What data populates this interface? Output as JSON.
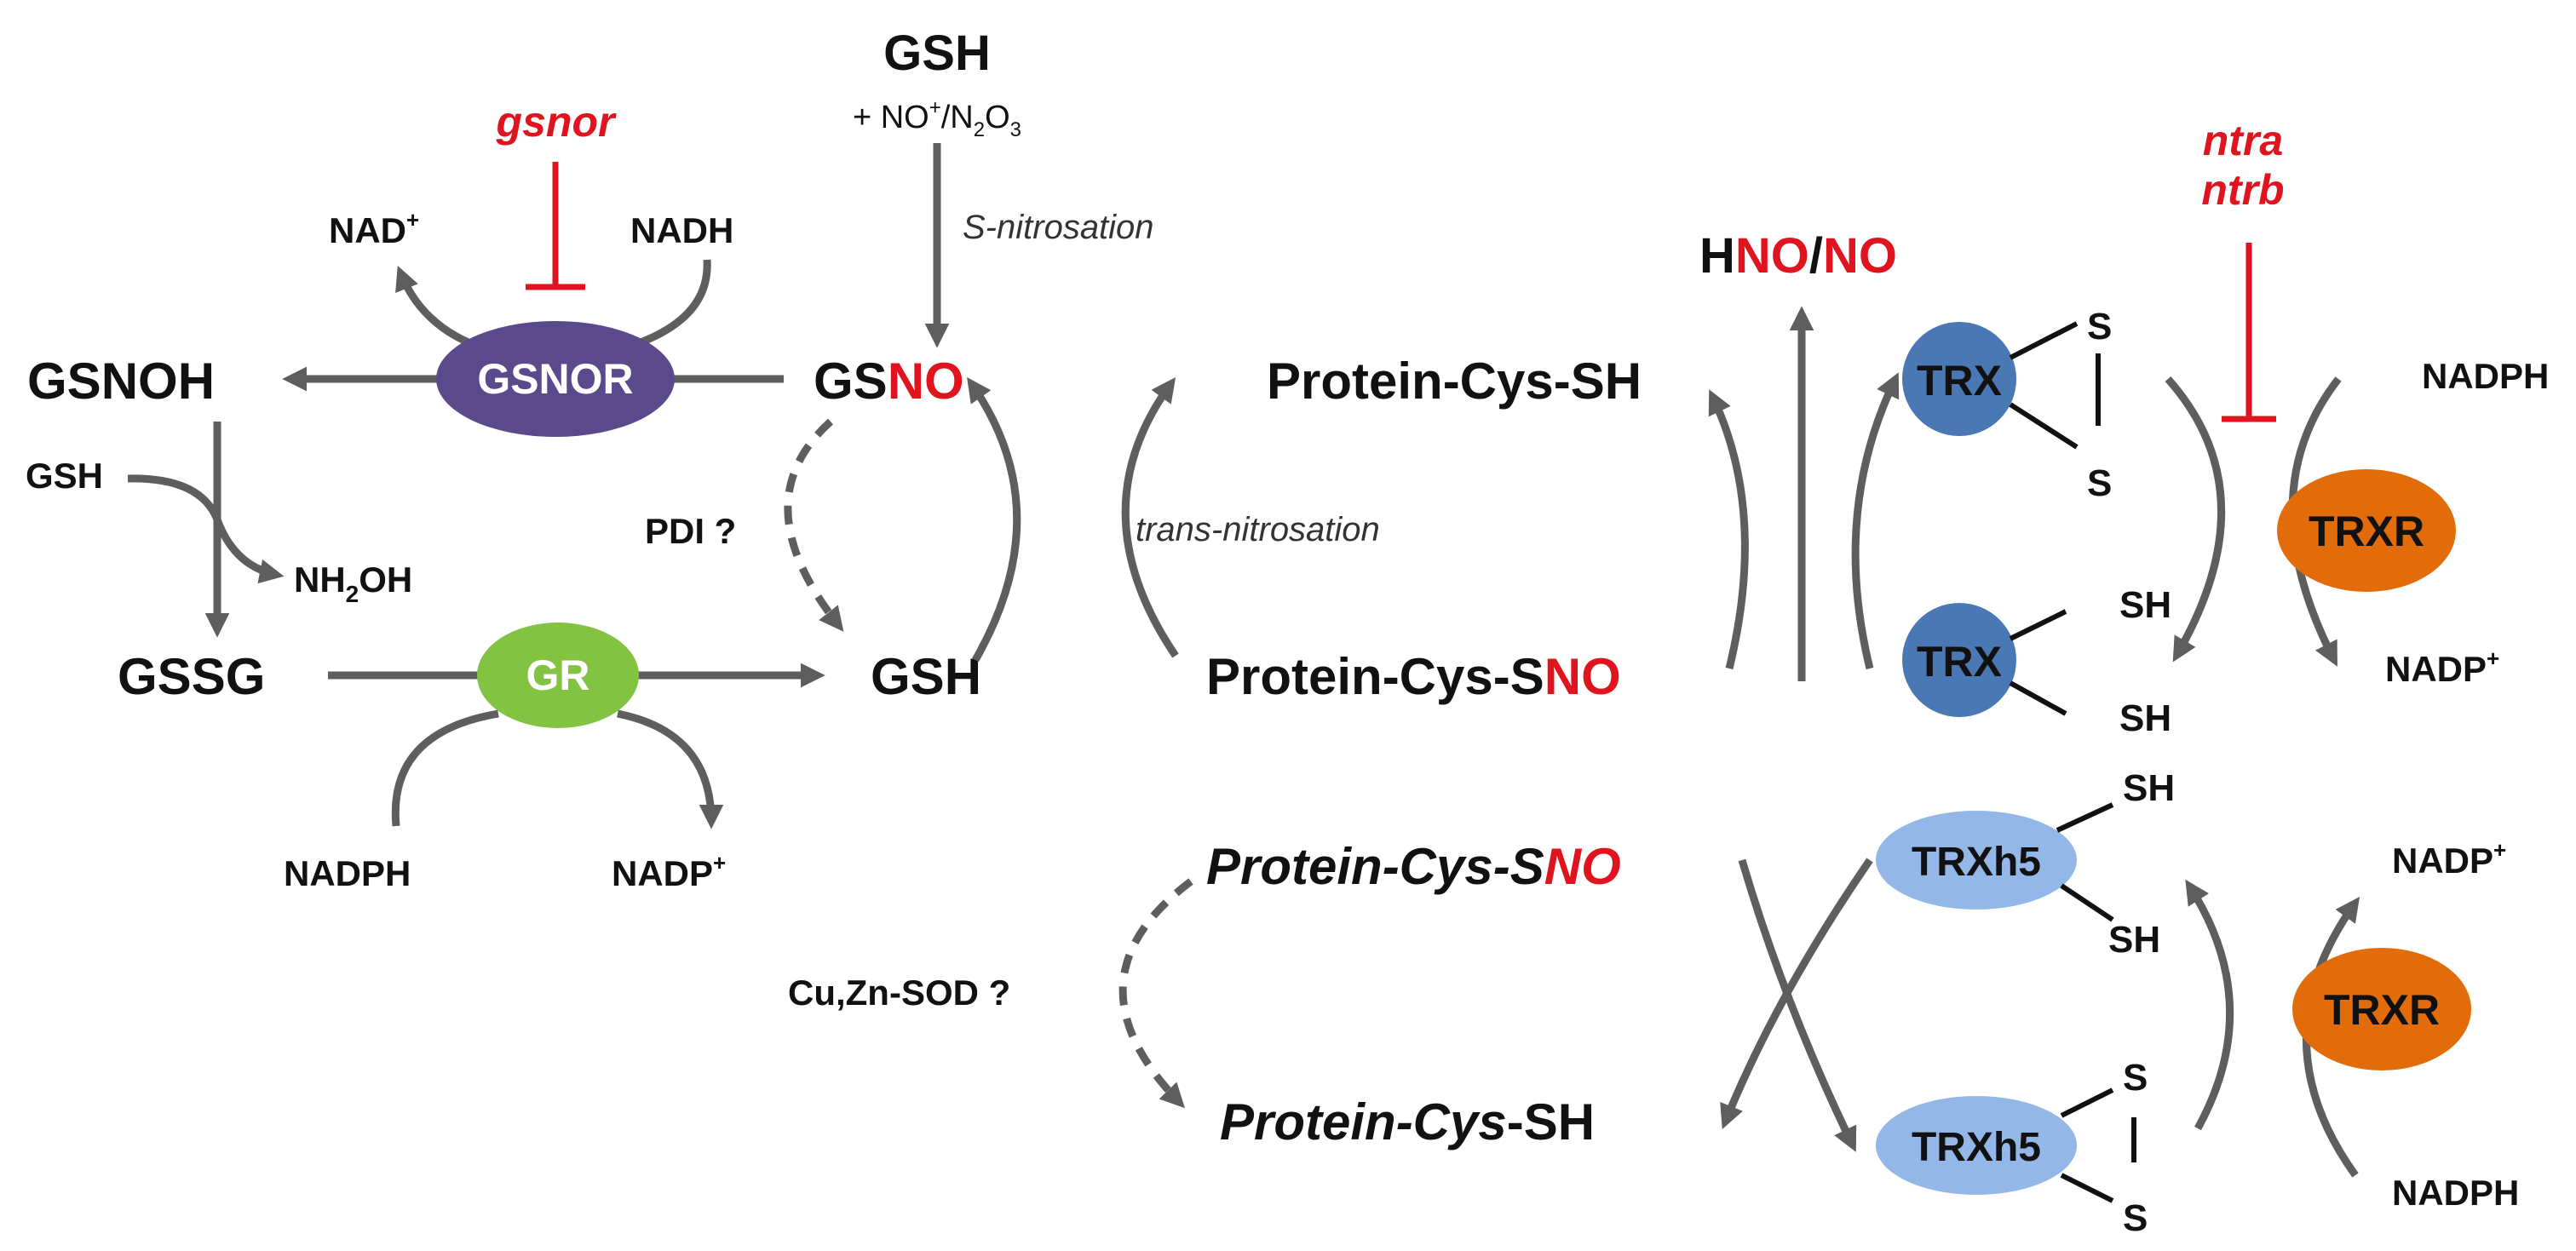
{
  "colors": {
    "gsnor": "#5b4a8b",
    "gr": "#82c341",
    "trx": "#4a78b5",
    "trxh5": "#93b7e6",
    "trxr": "#e36c0a",
    "inhibitor": "#e0141e",
    "arrow": "#5e5e5e"
  },
  "top": {
    "gsh": "GSH",
    "reagent_prefix": "+ NO",
    "reagent_sup": "+",
    "reagent_mid": "/N",
    "reagent_sub1": "2",
    "reagent_o": "O",
    "reagent_sub2": "3",
    "s_nitrosation": "S-nitrosation"
  },
  "left": {
    "gsnor_mutant": "gsnor",
    "nad_plus": "NAD",
    "nad_plus_sup": "+",
    "nadh": "NADH",
    "gsnor_enzyme": "GSNOR",
    "gsnoh": "GSNOH",
    "gsh_input": "GSH",
    "nh2oh_a": "NH",
    "nh2oh_sub": "2",
    "nh2oh_b": "OH",
    "gssg": "GSSG",
    "gr_enzyme": "GR",
    "nadph": "NADPH",
    "nadp_plus": "NADP",
    "nadp_plus_sup": "+"
  },
  "center": {
    "gsno_gs": "GS",
    "gsno_no": "NO",
    "pdi": "PDI ?",
    "gsh": "GSH",
    "trans_nitrosation": "trans-nitrosation",
    "protein_cys_sh": "Protein-Cys-SH",
    "protein_cys_s": "Protein-Cys-S",
    "protein_no": "NO"
  },
  "right_top": {
    "hno_h": "H",
    "hno_no": "NO",
    "hno_slash": "/",
    "no": "NO",
    "ntra": "ntra",
    "ntrb": "ntrb",
    "trx_oxidized": "TRX",
    "s1": "S",
    "s2": "S",
    "trx_reduced": "TRX",
    "sh1": "SH",
    "sh2": "SH",
    "nadph": "NADPH",
    "trxr": "TRXR",
    "nadp_plus": "NADP",
    "nadp_plus_sup": "+"
  },
  "bottom": {
    "protein_cys_s_italic": "Protein-Cys-S",
    "protein_no": "NO",
    "cu_zn_sod": "Cu,Zn-SOD ?",
    "protein_cys_italic": "Protein-Cys",
    "protein_sh": "-SH",
    "trxh5_reduced": "TRXh5",
    "sh1": "SH",
    "sh2": "SH",
    "trxh5_oxidized": "TRXh5",
    "s1": "S",
    "s2": "S",
    "nadp_plus": "NADP",
    "nadp_plus_sup": "+",
    "trxr": "TRXR",
    "nadph": "NADPH"
  }
}
